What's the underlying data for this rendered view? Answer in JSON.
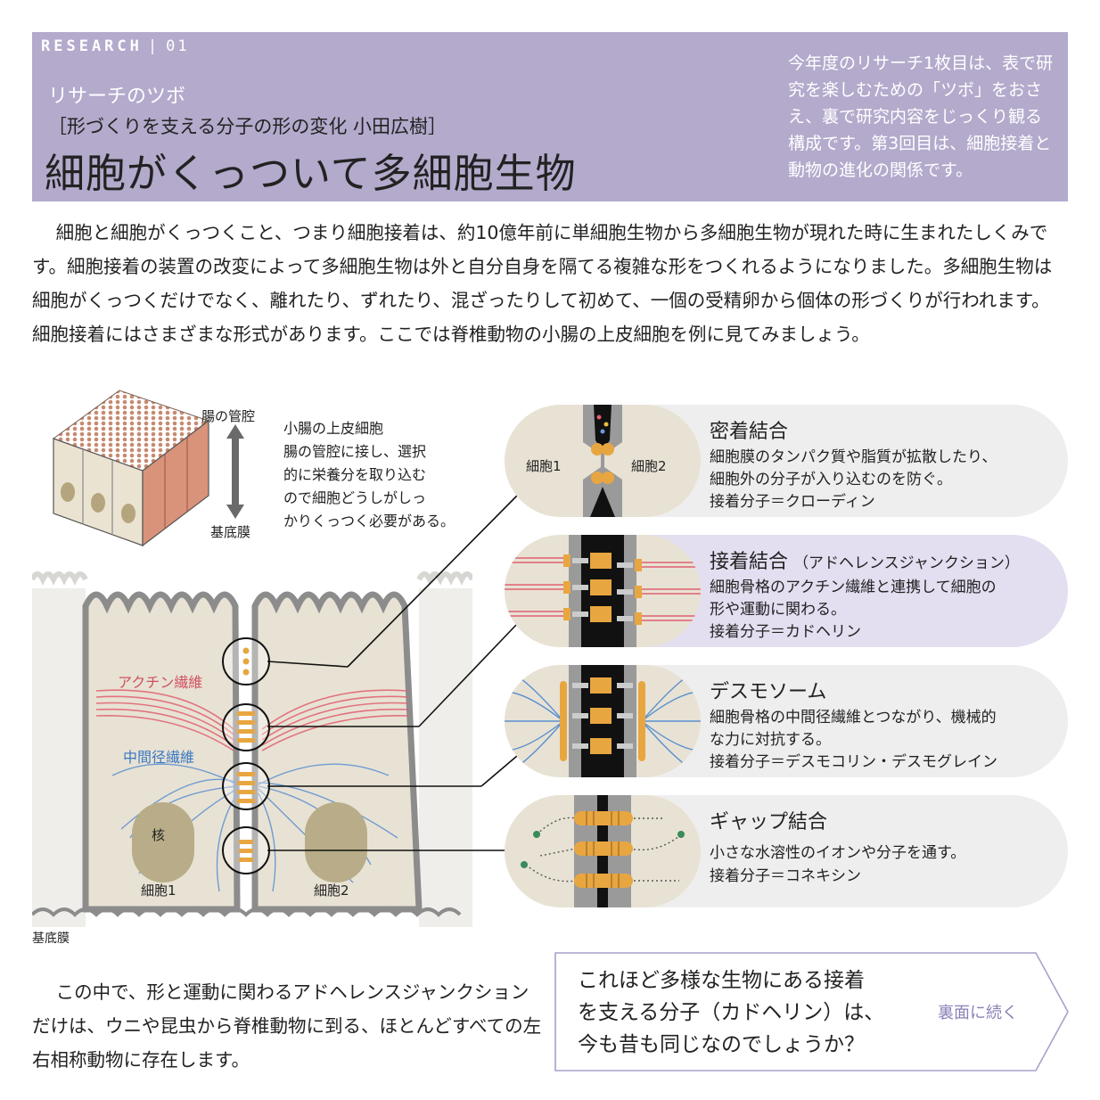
{
  "header": {
    "brand": "RESEARCH",
    "issue": "01",
    "subtitle": "リサーチのツボ",
    "series": "［形づくりを支える分子の形の変化  小田広樹］",
    "title": "細胞がくっついて多細胞生物",
    "intro": "今年度のリサーチ1枚目は、表で研究を楽しむための「ツボ」をおさえ、裏で研究内容をじっくり観る構成です。第3回目は、細胞接着と動物の進化の関係です。"
  },
  "lead": "細胞と細胞がくっつくこと、つまり細胞接着は、約10億年前に単細胞生物から多細胞生物が現れた時に生まれたしくみです。細胞接着の装置の改変によって多細胞生物は外と自分自身を隔てる複雑な形をつくれるようになりました。多細胞生物は細胞がくっつくだけでなく、離れたり、ずれたり、混ざったりして初めて、一個の受精卵から個体の形づくりが行われます。細胞接着にはさまざまな形式があります。ここでは脊椎動物の小腸の上皮細胞を例に見てみましょう。",
  "figure": {
    "lumen_label": "腸の管腔",
    "basal_label": "基底膜",
    "desc_title": "小腸の上皮細胞",
    "desc_lines": [
      "腸の管腔に接し、選択",
      "的に栄養分を取り込む",
      "ので細胞どうしがしっ",
      "かりくっつく必要がある。"
    ],
    "actin_label": "アクチン繊維",
    "if_label": "中間径繊維",
    "nucleus_label": "核",
    "cell1_label": "細胞1",
    "cell2_label": "細胞2",
    "bottom_basal_label": "基底膜"
  },
  "junctions": [
    {
      "title": "密着結合",
      "note": "",
      "lines": [
        "細胞膜のタンパク質や脂質が拡散したり、",
        "細胞外の分子が入り込むのを防ぐ。",
        "接着分子＝クローディン"
      ],
      "cell1": "細胞1",
      "cell2": "細胞2"
    },
    {
      "title": "接着結合",
      "note": "（アドヘレンスジャンクション）",
      "lines": [
        "細胞骨格のアクチン繊維と連携して細胞の",
        "形や運動に関わる。",
        "接着分子＝カドヘリン"
      ]
    },
    {
      "title": "デスモソーム",
      "note": "",
      "lines": [
        "細胞骨格の中間径繊維とつながり、機械的",
        "な力に対抗する。",
        "接着分子＝デスモコリン・デスモグレイン"
      ]
    },
    {
      "title": "ギャップ結合",
      "note": "",
      "lines": [
        "小さな水溶性のイオンや分子を通す。",
        "接着分子＝コネキシン"
      ]
    }
  ],
  "closing": "この中で、形と運動に関わるアドヘレンスジャンクションだけは、ウニや昆虫から脊椎動物に到る、ほとんどすべての左右相称動物に存在します。",
  "teaser": {
    "lines": [
      "これほど多様な生物にある接着",
      "を支える分子（カドヘリン）は、",
      "今も昔も同じなのでしょうか？"
    ],
    "continue": "裏面に続く"
  },
  "colors": {
    "header_bg": "#b4aacc",
    "panel_bg": "#efeeee",
    "panel_alt_bg": "#e3def0",
    "actin": "#e06070",
    "intermediate_filament": "#5a8fd0",
    "molecule": "#e8a640",
    "accent_text": "#8a80b6"
  }
}
